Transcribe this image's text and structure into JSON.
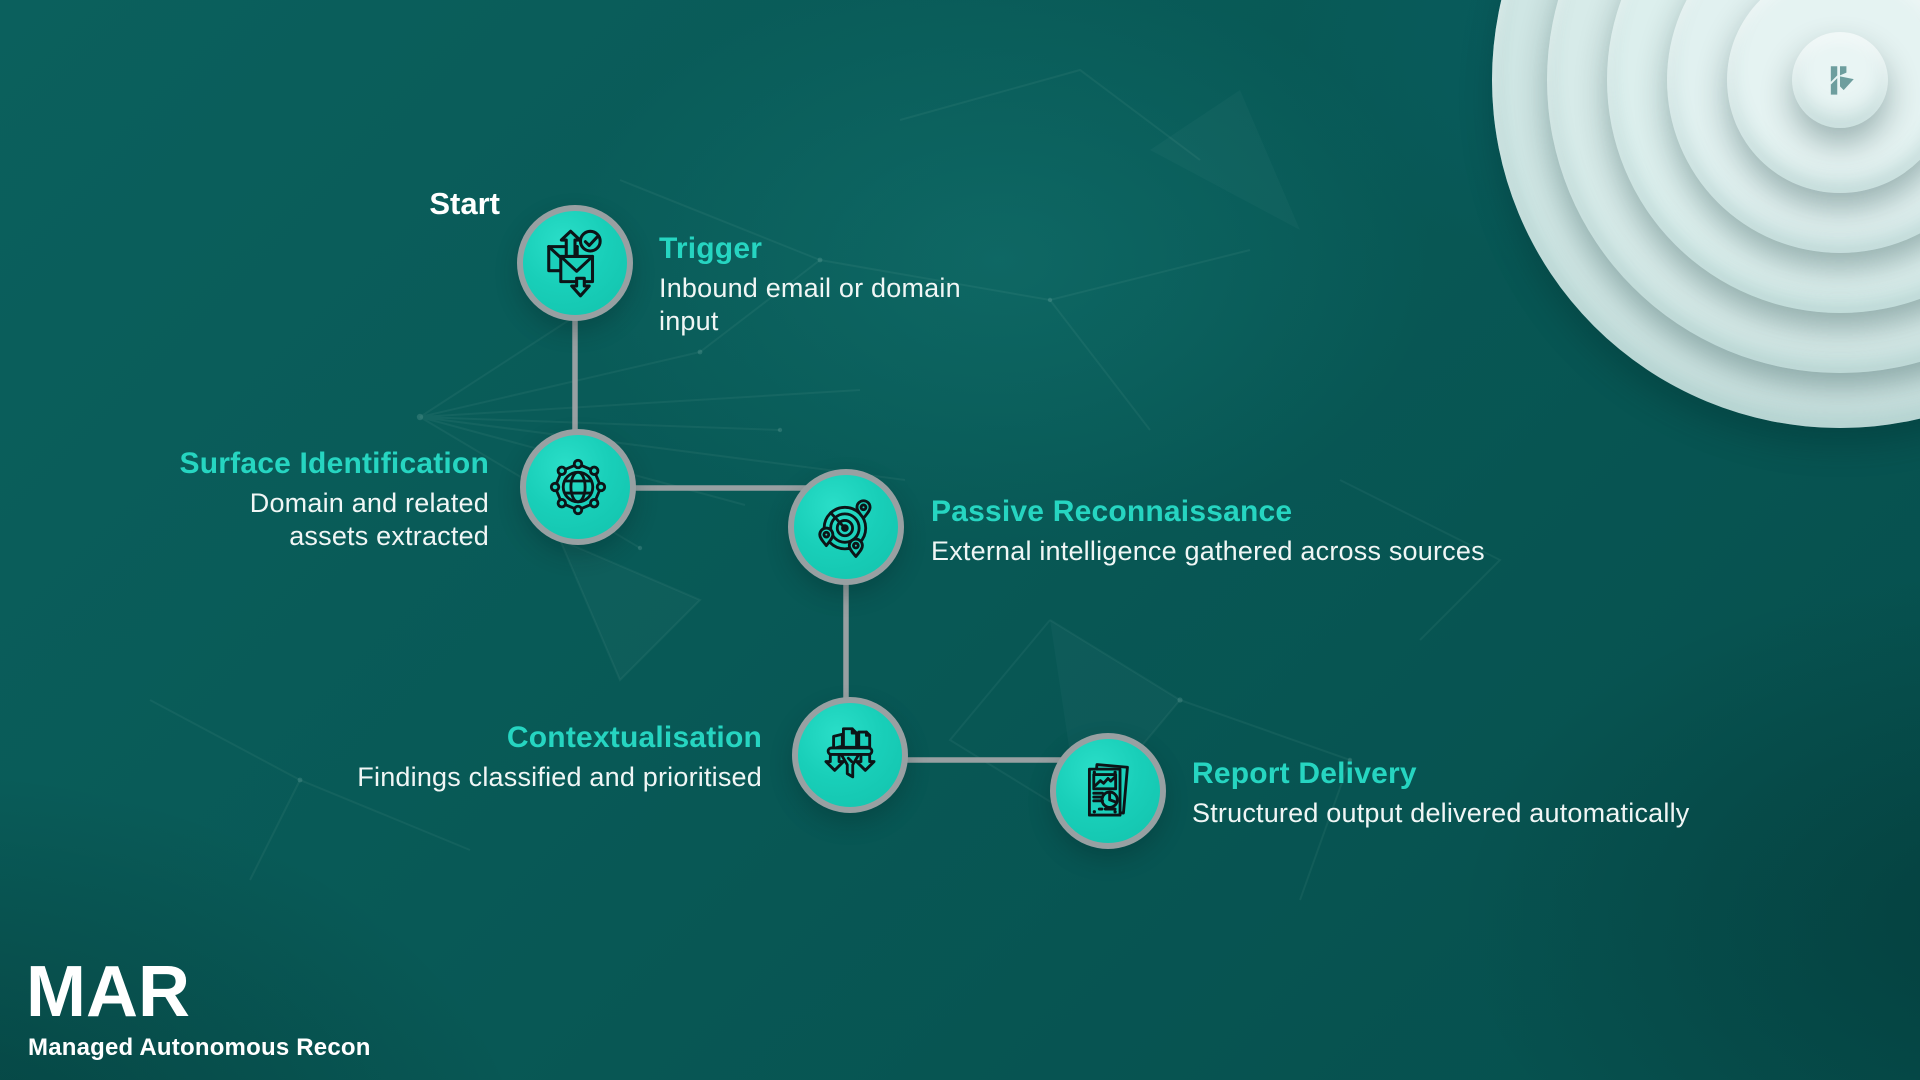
{
  "slide": {
    "start_label": "Start",
    "steps": [
      {
        "id": "trigger",
        "title": "Trigger",
        "description": "Inbound email or domain input",
        "icon": "email-automation-icon"
      },
      {
        "id": "surface-identification",
        "title": "Surface Identification",
        "description": "Domain and related assets extracted",
        "icon": "globe-network-icon"
      },
      {
        "id": "passive-reconnaissance",
        "title": "Passive Reconnaissance",
        "description": "External intelligence gathered across sources",
        "icon": "radar-scan-icon"
      },
      {
        "id": "contextualisation",
        "title": "Contextualisation",
        "description": "Findings classified and prioritised",
        "icon": "funnel-filter-icon"
      },
      {
        "id": "report-delivery",
        "title": "Report Delivery",
        "description": "Structured output delivered automatically",
        "icon": "report-document-icon"
      }
    ],
    "branding": {
      "acronym": "MAR",
      "full_name": "Managed Autonomous Recon",
      "logo_icon": "arrow-h-logo-icon"
    },
    "colors": {
      "background": "#085956",
      "node_fill": "#19cfb9",
      "node_border": "#98a0a2",
      "connector": "#98a0a2",
      "heading_teal": "#26d5c1",
      "body_text": "#f0f6f5",
      "logo_mark": "#6d9e9e",
      "ring_shades": [
        "#cfe6e4",
        "#d7ebe9",
        "#dcefed",
        "#e1f1f0",
        "#e5f3f2",
        "#e9f5f4"
      ]
    }
  }
}
